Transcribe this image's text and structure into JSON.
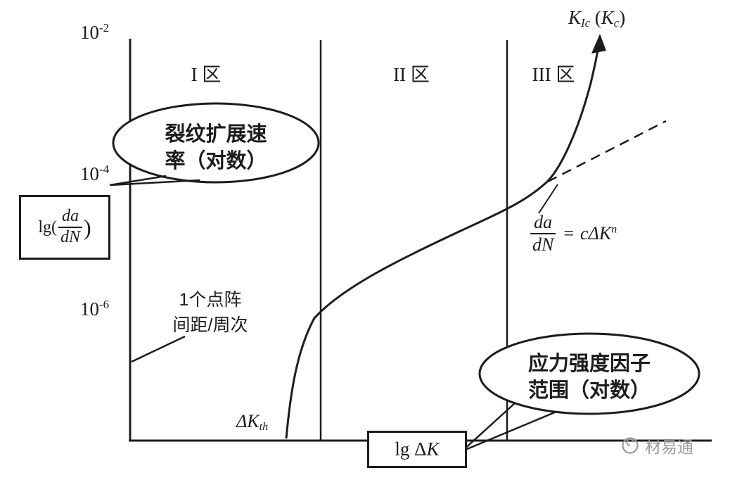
{
  "y_axis": {
    "ticks": [
      {
        "base": "10",
        "exp": "-2"
      },
      {
        "base": "10",
        "exp": "-4"
      },
      {
        "base": "10",
        "exp": "-6"
      }
    ],
    "label": {
      "prefix": "lg(",
      "numerator": "da",
      "denominator": "dN",
      "suffix": ")"
    }
  },
  "x_axis": {
    "label_prefix": "lg Δ",
    "label_var": "K"
  },
  "regions": [
    {
      "label": "I 区"
    },
    {
      "label": "II 区"
    },
    {
      "label": "III 区"
    }
  ],
  "callouts": {
    "growth_rate": {
      "line1": "裂纹扩展速",
      "line2": "率（对数）"
    },
    "stress_intensity": {
      "line1": "应力强度因子",
      "line2": "范围（对数）"
    }
  },
  "annotations": {
    "lattice_spacing": {
      "line1": "1个点阵",
      "line2": "间距/周次"
    },
    "threshold": {
      "base": "ΔK",
      "sub": "th"
    },
    "paris_law": {
      "numerator": "da",
      "denominator": "dN",
      "equals": "=",
      "rhs": "cΔK",
      "exponent": "n"
    },
    "fracture_toughness": {
      "k1": "K",
      "sub1": "Ic",
      "open": "(",
      "k2": "K",
      "sub2": "c",
      "close": ")"
    }
  },
  "watermark": {
    "text": "材易通"
  },
  "colors": {
    "ink": "#1c1c1c",
    "background": "#ffffff",
    "watermark": "#9a9a9a"
  }
}
